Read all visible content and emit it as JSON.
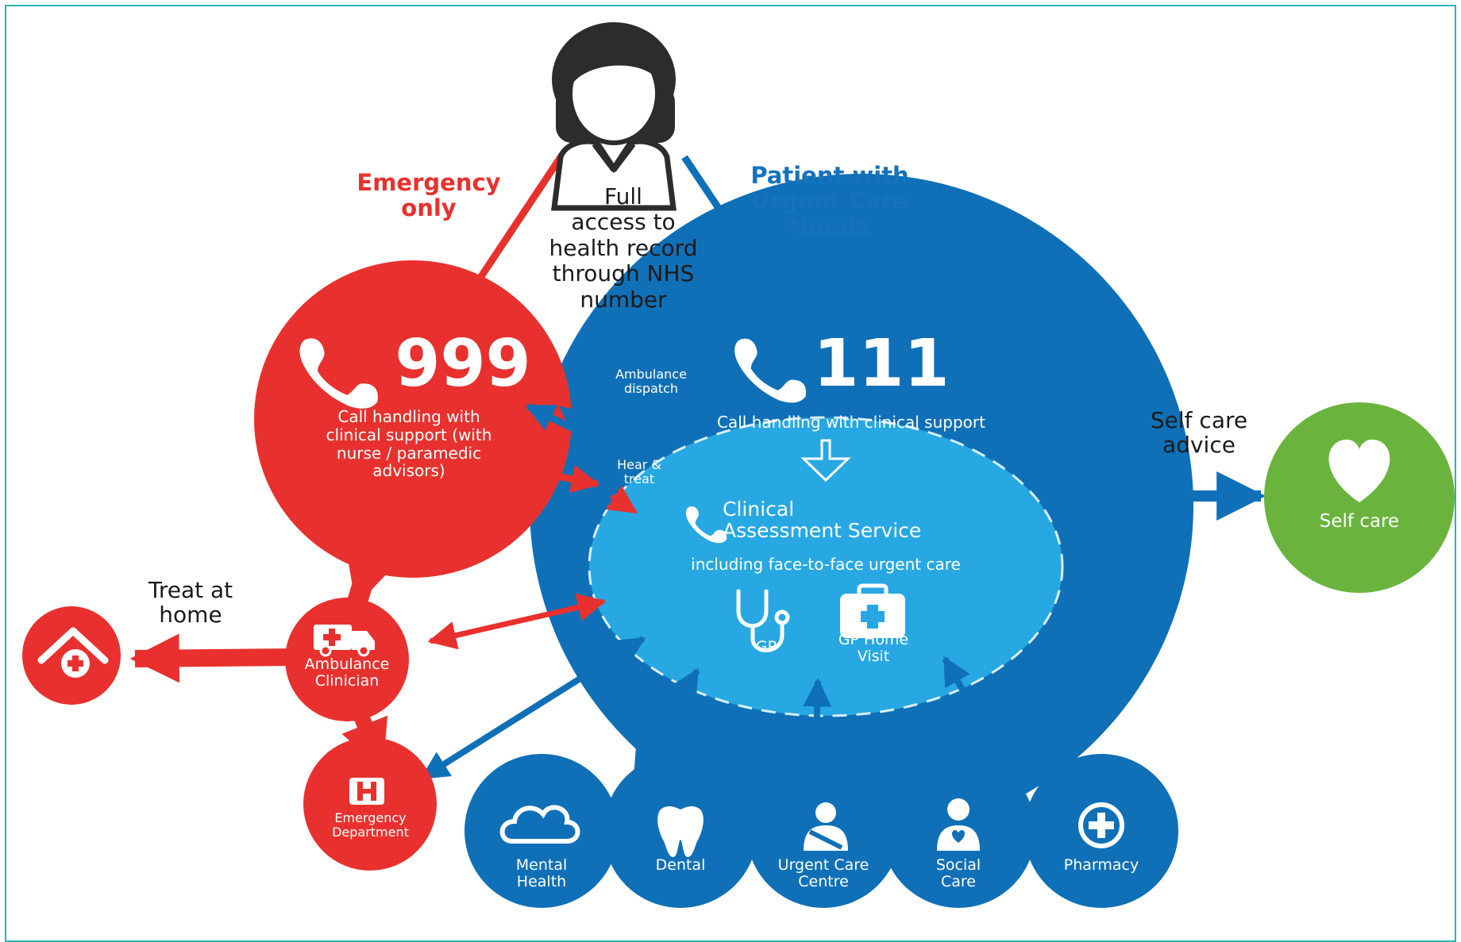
{
  "colors": {
    "red": "#e8312e",
    "blue": "#0f70b7",
    "light_blue": "#27a8e2",
    "green": "#6ab43e",
    "frame": "#2ab3b1"
  },
  "patient": {
    "icon": "person-icon",
    "emergency_label": "Emergency\nonly",
    "urgent_label": "Patient with\nUrgent Care\nNeeds",
    "record_label": "Full\naccess to\nhealth record\nthrough NHS\nnumber"
  },
  "svc999": {
    "number": "999",
    "desc": "Call handling with\nclinical support (with\nnurse / paramedic\nadvisors)"
  },
  "svc111": {
    "number": "111",
    "desc": "Call handling with clinical support",
    "ambulance_dispatch": "Ambulance\ndispatch",
    "hear_treat": "Hear &\ntreat"
  },
  "cas": {
    "title": "Clinical\nAssessment Service",
    "subtitle": "including face-to-face urgent care",
    "gp": "GP",
    "gp_home_visit": "GP Home\nVisit"
  },
  "self_care": {
    "advice": "Self care\nadvice",
    "label": "Self care"
  },
  "red_nodes": {
    "treat_at_home": "Treat at\nhome",
    "ambulance_clinician": "Ambulance\nClinician",
    "emergency_department": "Emergency\nDepartment"
  },
  "services": [
    {
      "label": "Mental\nHealth",
      "icon": "cloud-icon"
    },
    {
      "label": "Dental",
      "icon": "tooth-icon"
    },
    {
      "label": "Urgent Care\nCentre",
      "icon": "patient-sling-icon"
    },
    {
      "label": "Social\nCare",
      "icon": "carer-heart-icon"
    },
    {
      "label": "Pharmacy",
      "icon": "cross-circle-icon"
    }
  ]
}
